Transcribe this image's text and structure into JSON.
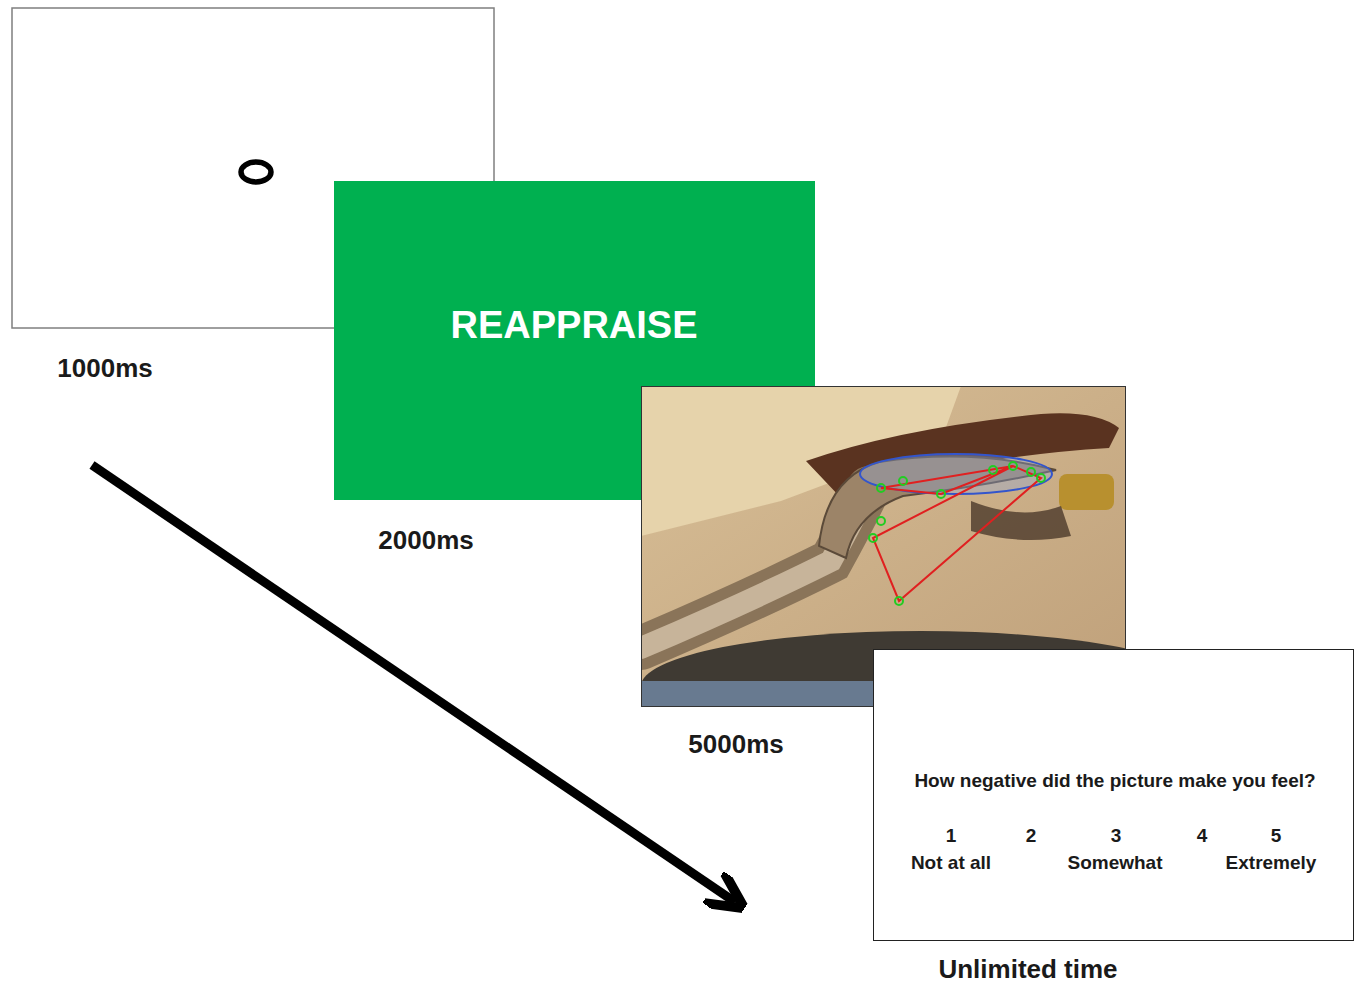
{
  "diagram": {
    "nodes": [
      {
        "text": [
          "REAPPRAISE"
        ]
      },
      {
        "text": [
          "How negative did the picture make you feel?",
          "1",
          "2",
          "3",
          "4",
          "5",
          "Not at all",
          "Somewhat",
          "Extremely"
        ]
      }
    ],
    "labels": [
      "1000ms",
      "2000ms",
      "5000ms",
      "Unlimited time"
    ]
  }
}
